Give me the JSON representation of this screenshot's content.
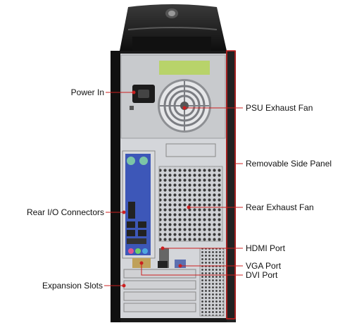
{
  "colors": {
    "callout_line": "#cc1f1f",
    "case_black": "#1a1a1a",
    "case_panel": "#d4d6da",
    "psu_label": "#b8d36a",
    "io_blue": "#3d57b8"
  },
  "labels": {
    "power_in": "Power In",
    "rear_io": "Rear I/O Connectors",
    "expansion_slots": "Expansion Slots",
    "psu_exhaust_fan": "PSU Exhaust Fan",
    "removable_side_panel": "Removable Side Panel",
    "rear_exhaust_fan": "Rear Exhaust Fan",
    "hdmi_port": "HDMI Port",
    "vga_port": "VGA Port",
    "dvi_port": "DVI Port"
  }
}
